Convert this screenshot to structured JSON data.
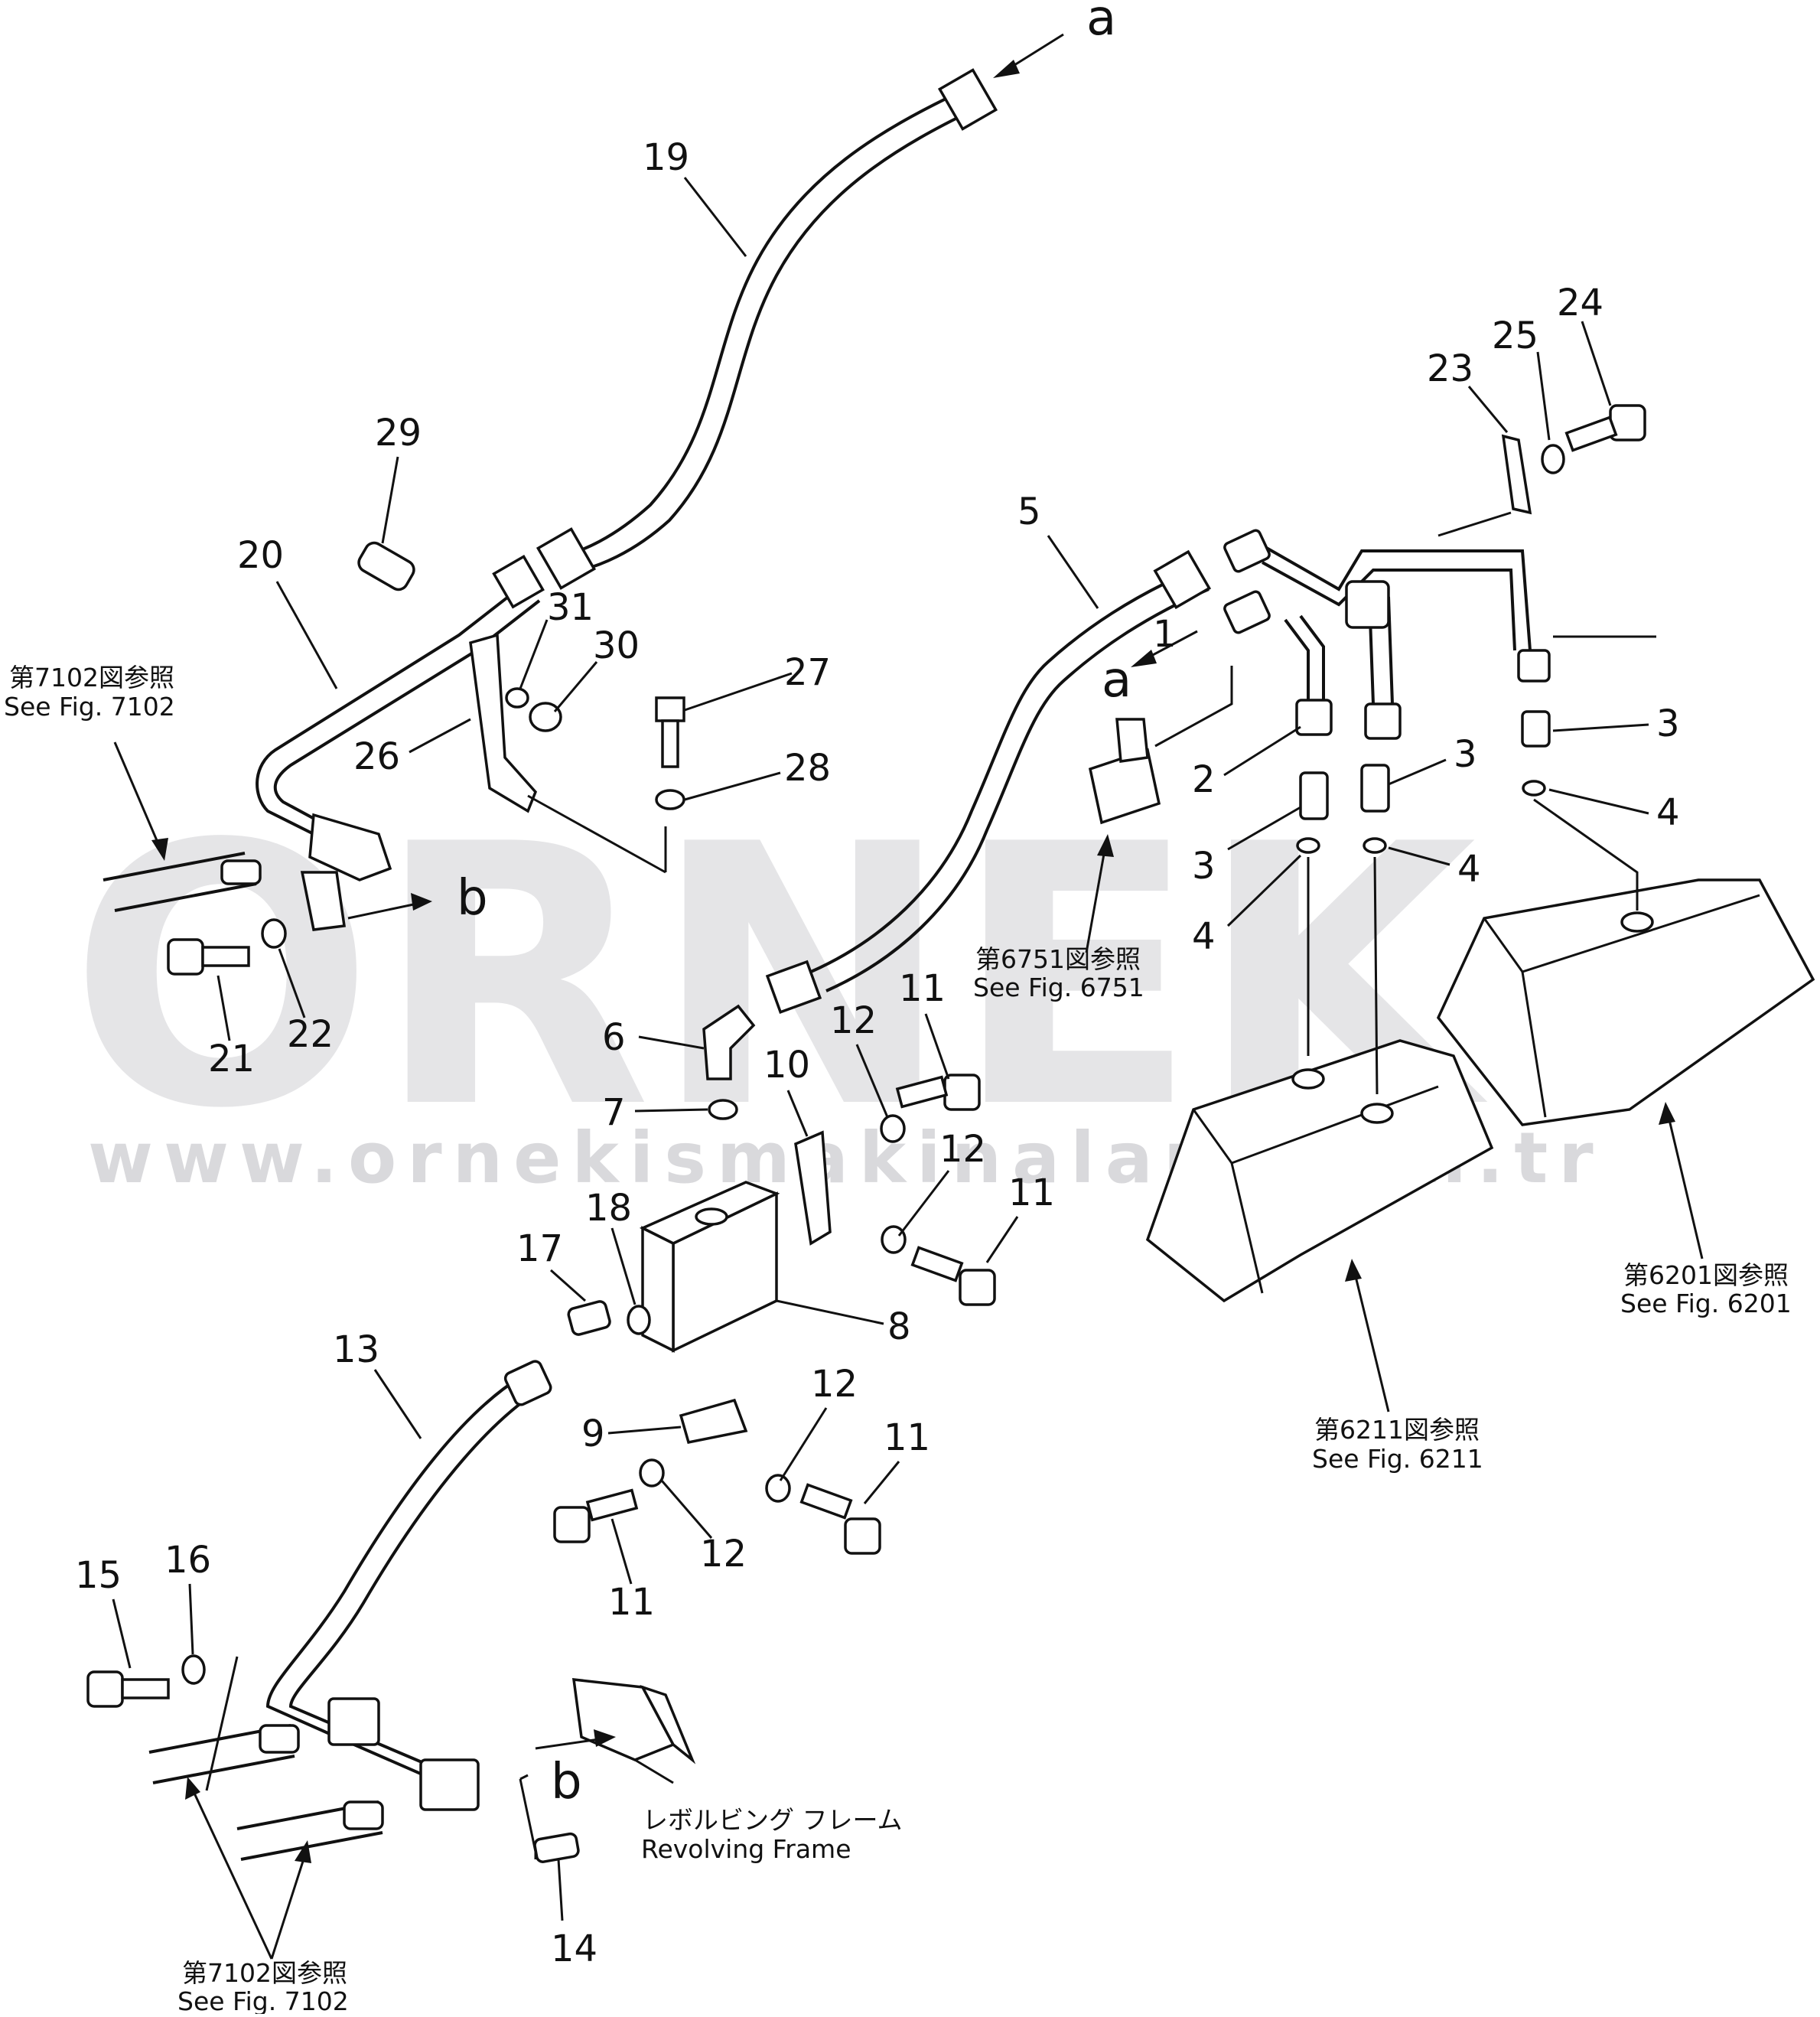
{
  "watermark": {
    "brand": "ORNEK",
    "url": "www.ornekismakinalari.com.tr"
  },
  "part_numbers": [
    "1",
    "2",
    "3",
    "4",
    "5",
    "6",
    "7",
    "8",
    "9",
    "10",
    "11",
    "12",
    "13",
    "14",
    "15",
    "16",
    "17",
    "18",
    "19",
    "20",
    "21",
    "22",
    "23",
    "24",
    "25",
    "26",
    "27",
    "28",
    "29",
    "30",
    "31"
  ],
  "callout_letters": {
    "a": "a",
    "b": "b"
  },
  "references": {
    "fig7102_top": {
      "jp": "第7102図参照",
      "en": "See Fig. 7102"
    },
    "fig6751": {
      "jp": "第6751図参照",
      "en": "See Fig. 6751"
    },
    "fig6201": {
      "jp": "第6201図参照",
      "en": "See Fig. 6201"
    },
    "fig6211": {
      "jp": "第6211図参照",
      "en": "See Fig. 6211"
    },
    "fig7102_bottom": {
      "jp": "第7102図参照",
      "en": "See Fig. 7102"
    },
    "revolving_frame": {
      "jp": "レボルビング フレーム",
      "en": "Revolving Frame"
    }
  }
}
